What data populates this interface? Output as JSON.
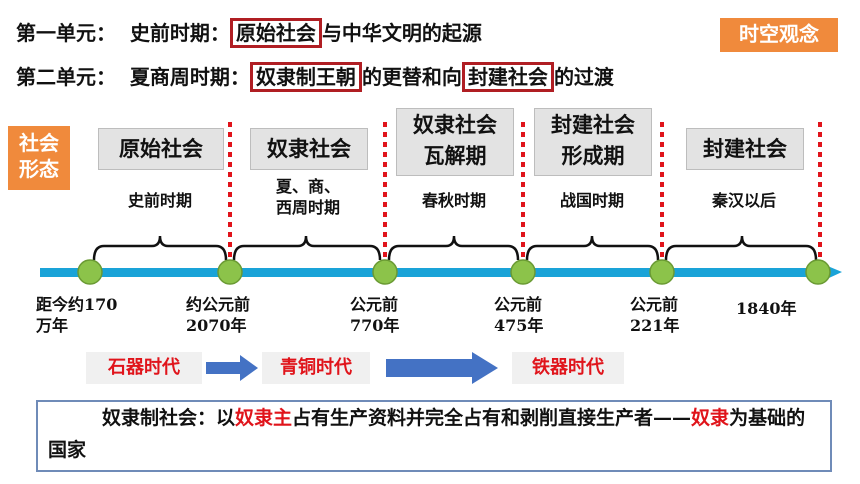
{
  "header": {
    "unit1_prefix": "第一单元：",
    "unit1_period": "史前时期：",
    "unit1_highlight": "原始社会",
    "unit1_suffix": "与中华文明的起源",
    "unit2_prefix": "第二单元：",
    "unit2_period": "夏商周时期：",
    "unit2_highlight1": "奴隶制王朝",
    "unit2_middle": "的更替和向",
    "unit2_highlight2": "封建社会",
    "unit2_suffix": "的过渡",
    "badge": "时空观念"
  },
  "side_label": {
    "line1": "社会",
    "line2": "形态"
  },
  "stages": [
    {
      "name": "原始社会",
      "period": "史前时期"
    },
    {
      "name": "奴隶社会",
      "period_line1": "夏、商、",
      "period_line2": "西周时期"
    },
    {
      "name_line1": "奴隶社会",
      "name_line2": "瓦解期",
      "period": "春秋时期"
    },
    {
      "name_line1": "封建社会",
      "name_line2": "形成期",
      "period": "战国时期"
    },
    {
      "name": "封建社会",
      "period": "秦汉以后"
    }
  ],
  "dates": [
    {
      "line1": "距今约170",
      "line2": "万年"
    },
    {
      "line1": "约公元前",
      "line2": "2070年"
    },
    {
      "line1": "公元前",
      "line2": "770年"
    },
    {
      "line1": "公元前",
      "line2": "475年"
    },
    {
      "line1": "公元前",
      "line2": "221年"
    },
    {
      "line1": "1840年"
    }
  ],
  "eras": [
    "石器时代",
    "青铜时代",
    "铁器时代"
  ],
  "definition": {
    "prefix": "奴隶制社会：以",
    "term1": "奴隶主",
    "middle": "占有生产资料并完全占有和剥削直接生产者——",
    "term2": "奴隶",
    "suffix": "为基础的国家"
  },
  "colors": {
    "accent": "#f08a3c",
    "highlight_border": "#b01e23",
    "red_text": "#e0141b",
    "timeline": "#1aa3d8",
    "node": "#8cc34a",
    "divider": "#e0141b",
    "arrow": "#4472c4"
  }
}
